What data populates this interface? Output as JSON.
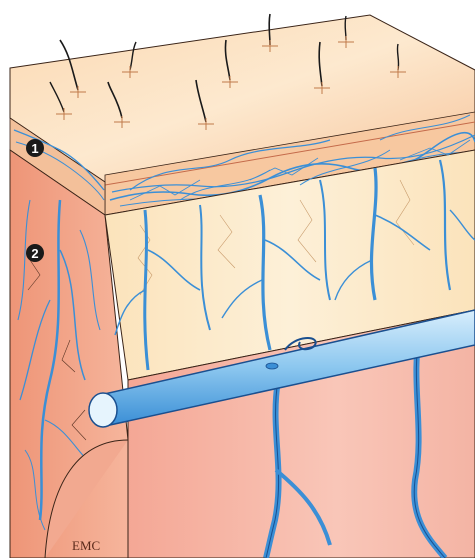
{
  "markers": [
    {
      "id": "1",
      "label": "1"
    },
    {
      "id": "2",
      "label": "2"
    }
  ],
  "logo": "EMC",
  "colors": {
    "skin_top": "#f9d0a6",
    "skin_top_light": "#fde6c8",
    "dermis_band": "#f6c9a0",
    "hypodermis": "#fbe6c2",
    "side_face": "#f1a184",
    "muscle": "#f4b3a4",
    "vessel": "#3b8fd6",
    "vessel_dark": "#1a4f8f",
    "hair": "#1a1a1a",
    "outline": "#3a2418"
  }
}
